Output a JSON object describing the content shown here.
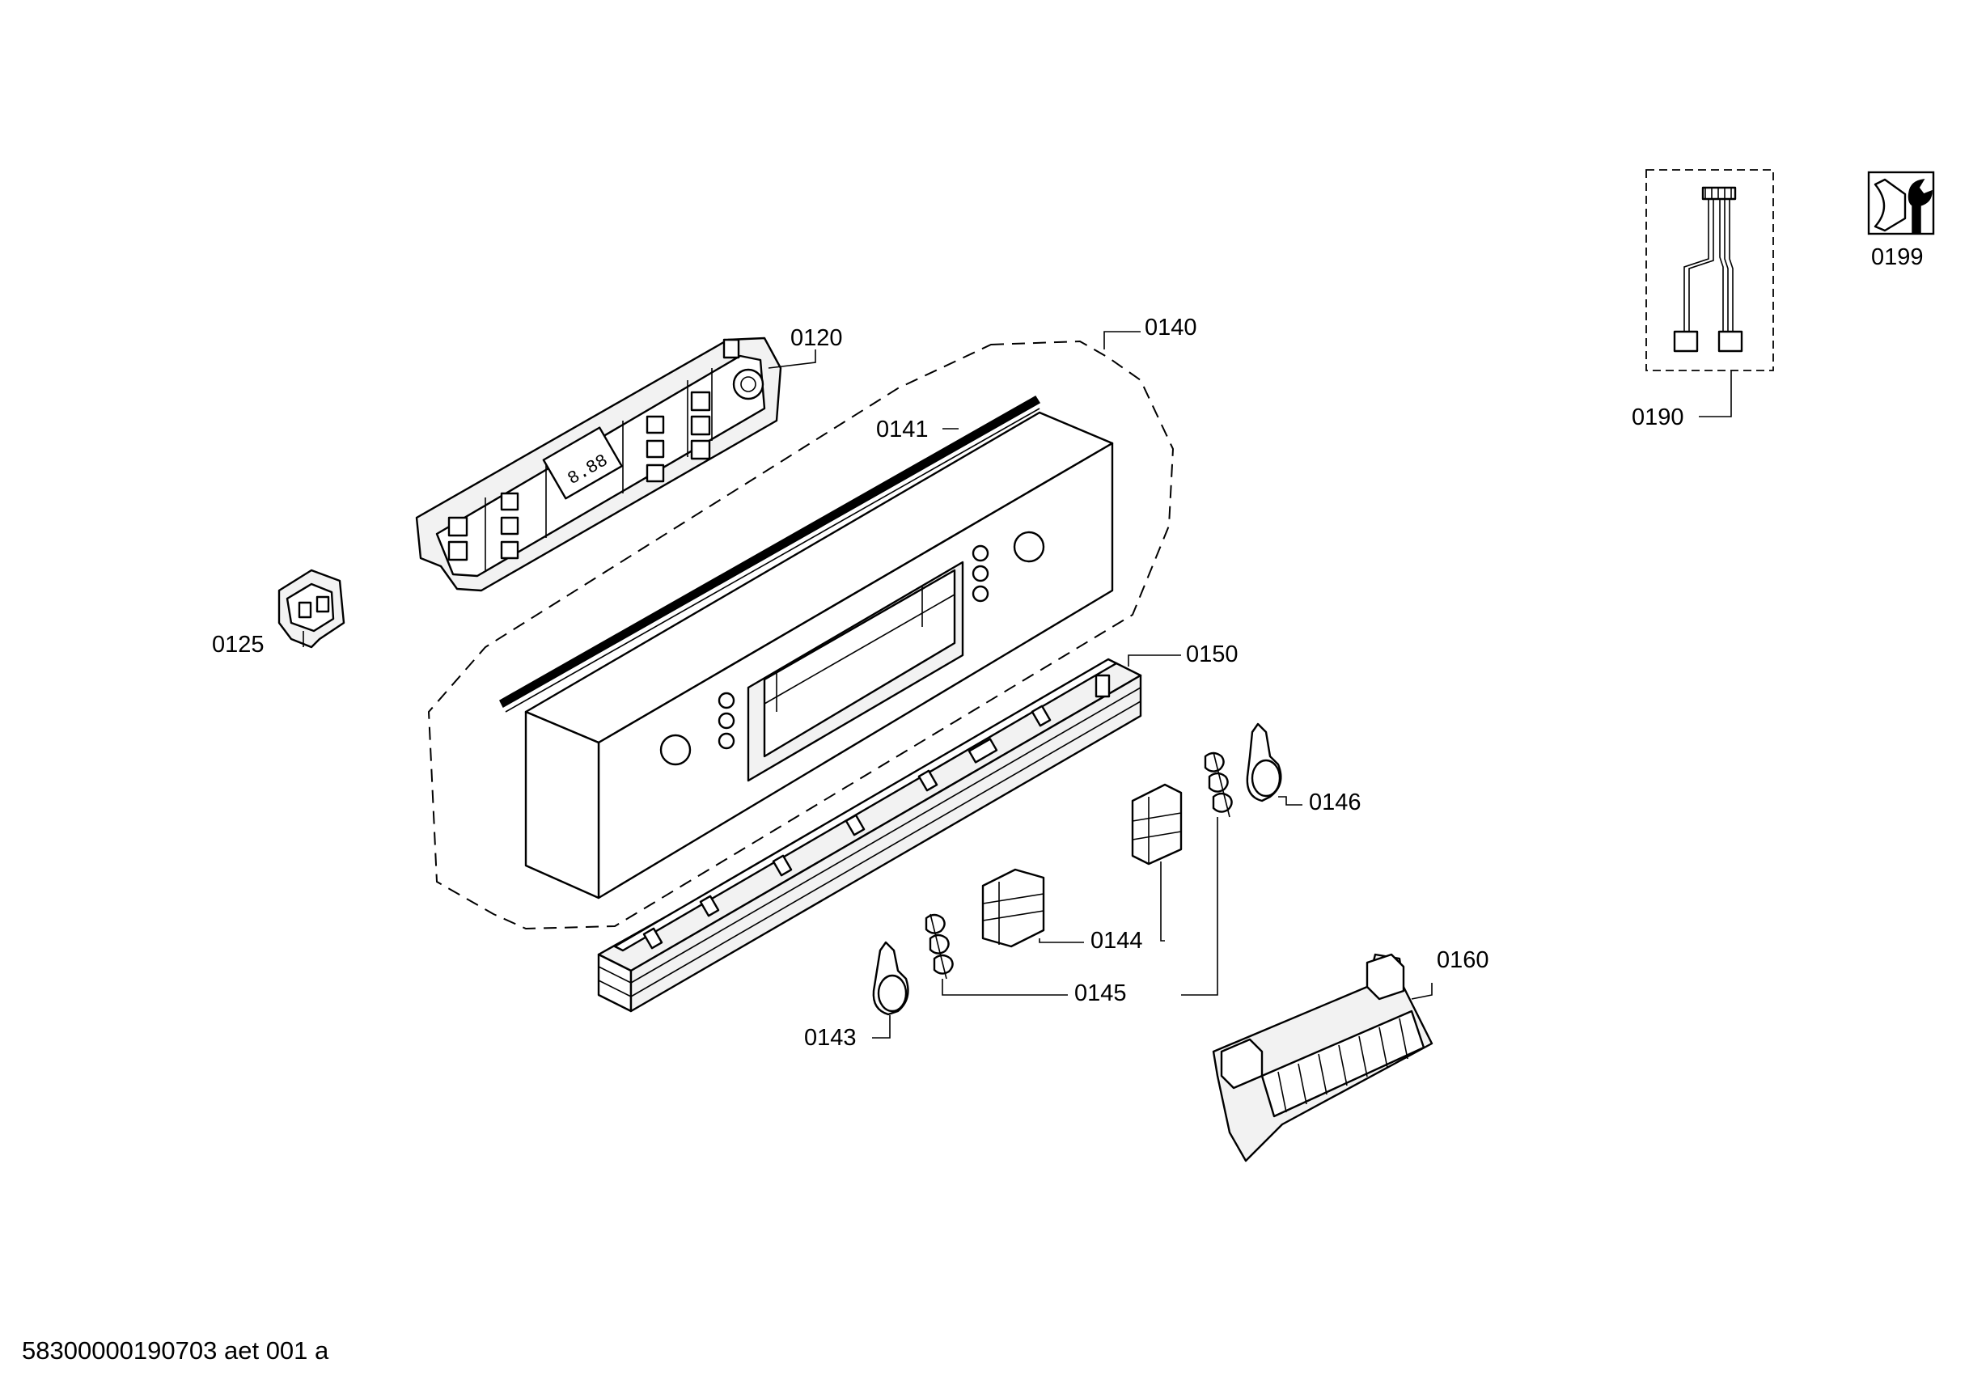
{
  "diagram": {
    "labels": {
      "p0120": "0120",
      "p0125": "0125",
      "p0140": "0140",
      "p0141": "0141",
      "p0143": "0143",
      "p0144": "0144",
      "p0145": "0145",
      "p0146": "0146",
      "p0150": "0150",
      "p0160": "0160",
      "p0190": "0190",
      "p0199": "0199"
    },
    "display_text": "8.88",
    "footer": "58300000190703 aet 001 a"
  }
}
